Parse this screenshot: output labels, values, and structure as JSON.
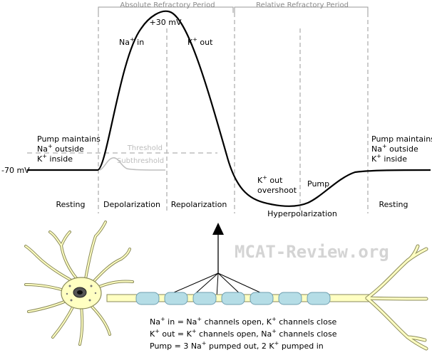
{
  "periods": {
    "absolute": "Absolute Refractory Period",
    "relative": "Relative Refractory Period"
  },
  "labels": {
    "peak": "+30 mV",
    "resting_potential": "-70 mV",
    "na_in_a": "Na",
    "na_in_sup": "+",
    "na_in_b": " in",
    "k_out_a": "K",
    "k_out_sup": "+",
    "k_out_b": " out",
    "threshold": "Threshold",
    "subthreshold": "Subthreshold",
    "pump_left_1": "Pump maintains",
    "pump_left_2a": "Na",
    "pump_left_2sup": "+",
    "pump_left_2b": " outside",
    "pump_left_3a": "K",
    "pump_left_3sup": "+",
    "pump_left_3b": " inside",
    "pump_right_1": "Pump maintains",
    "pump_right_2a": "Na",
    "pump_right_2sup": "+",
    "pump_right_2b": " outside",
    "pump_right_3a": "K",
    "pump_right_3sup": "+",
    "pump_right_3b": " inside",
    "overshoot_1a": "K",
    "overshoot_1sup": "+",
    "overshoot_1b": " out",
    "overshoot_2": "overshoot",
    "pump": "Pump",
    "hyperpolarization": "Hyperpolarization"
  },
  "phases": [
    "Resting",
    "Depolarization",
    "Repolarization",
    "Resting"
  ],
  "watermark": "MCAT-Review.org",
  "legend": {
    "line1": {
      "a": "Na",
      "s1": "+",
      "b": " in = Na",
      "s2": "+",
      "c": " channels open, K",
      "s3": "+",
      "d": " channels close"
    },
    "line2": {
      "a": "K",
      "s1": "+",
      "b": " out = K",
      "s2": "+",
      "c": " channels open, Na",
      "s3": "+",
      "d": " channels close"
    },
    "line3": {
      "a": "Pump = 3 Na",
      "s1": "+",
      "b": " pumped out, 2 K",
      "s2": "+",
      "c": " pumped in"
    }
  },
  "colors": {
    "curve": "#000000",
    "divider": "#9a9a9a",
    "neuron_fill": "#ffffc2",
    "neuron_stroke": "#8a8a5a",
    "myelin_fill": "#b5dde6",
    "myelin_stroke": "#6f9fb0",
    "nucleus": "#3a3a3a",
    "threshold": "#bdbdbd"
  }
}
